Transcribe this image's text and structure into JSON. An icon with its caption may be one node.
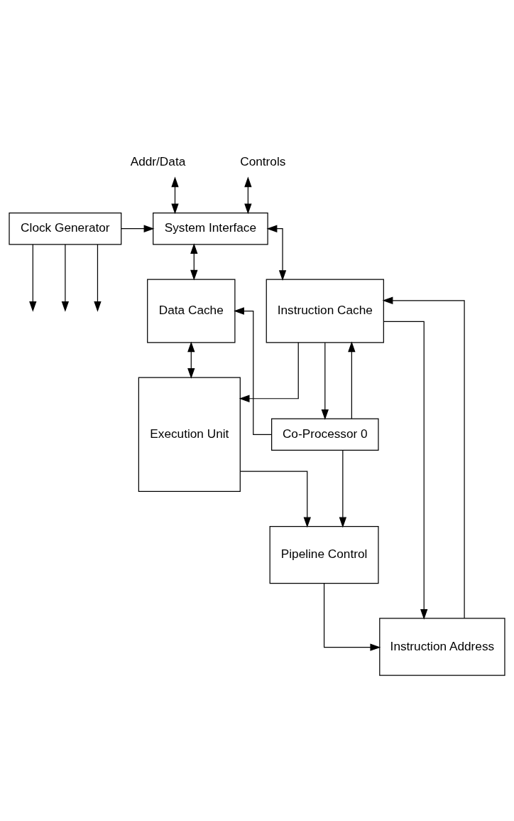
{
  "diagram": {
    "nodes": [
      {
        "text": [
          "Addr/Data"
        ]
      },
      {
        "text": [
          "Controls"
        ]
      },
      {
        "text": [
          "System Interface"
        ]
      },
      {
        "text": [
          "Clock Generator"
        ]
      },
      {
        "text": [
          "Instruction Cache"
        ]
      },
      {
        "text": [
          "Data Cache"
        ]
      },
      {
        "text": [
          "Co-Processor 0"
        ]
      },
      {
        "text": [
          "Instruction Address"
        ]
      },
      {
        "text": [
          "Pipeline Control"
        ]
      },
      {
        "text": [
          "Execution Unit"
        ]
      }
    ],
    "edges": [
      {
        "from": 0,
        "to": 2,
        "arrow": "both"
      },
      {
        "from": 1,
        "to": 2,
        "arrow": "both"
      },
      {
        "from": 3,
        "to": 2,
        "arrow": "to"
      },
      {
        "from": 3,
        "to": null,
        "arrow": "to"
      },
      {
        "from": 3,
        "to": null,
        "arrow": "to"
      },
      {
        "from": 3,
        "to": null,
        "arrow": "to"
      },
      {
        "from": 2,
        "to": 4,
        "arrow": "both"
      },
      {
        "from": 2,
        "to": 5,
        "arrow": "both"
      },
      {
        "from": 4,
        "to": 7,
        "arrow": "to"
      },
      {
        "from": 4,
        "to": 6,
        "arrow": "to"
      },
      {
        "from": 4,
        "to": 9,
        "arrow": "to"
      },
      {
        "from": 6,
        "to": 4,
        "arrow": "to"
      },
      {
        "from": 6,
        "to": 5,
        "arrow": "to"
      },
      {
        "from": 5,
        "to": 9,
        "arrow": "both"
      },
      {
        "from": 7,
        "to": 4,
        "arrow": "to"
      },
      {
        "from": 8,
        "to": 7,
        "arrow": "to"
      },
      {
        "from": 6,
        "to": 8,
        "arrow": "to"
      },
      {
        "from": 9,
        "to": 8,
        "arrow": "to"
      }
    ]
  }
}
